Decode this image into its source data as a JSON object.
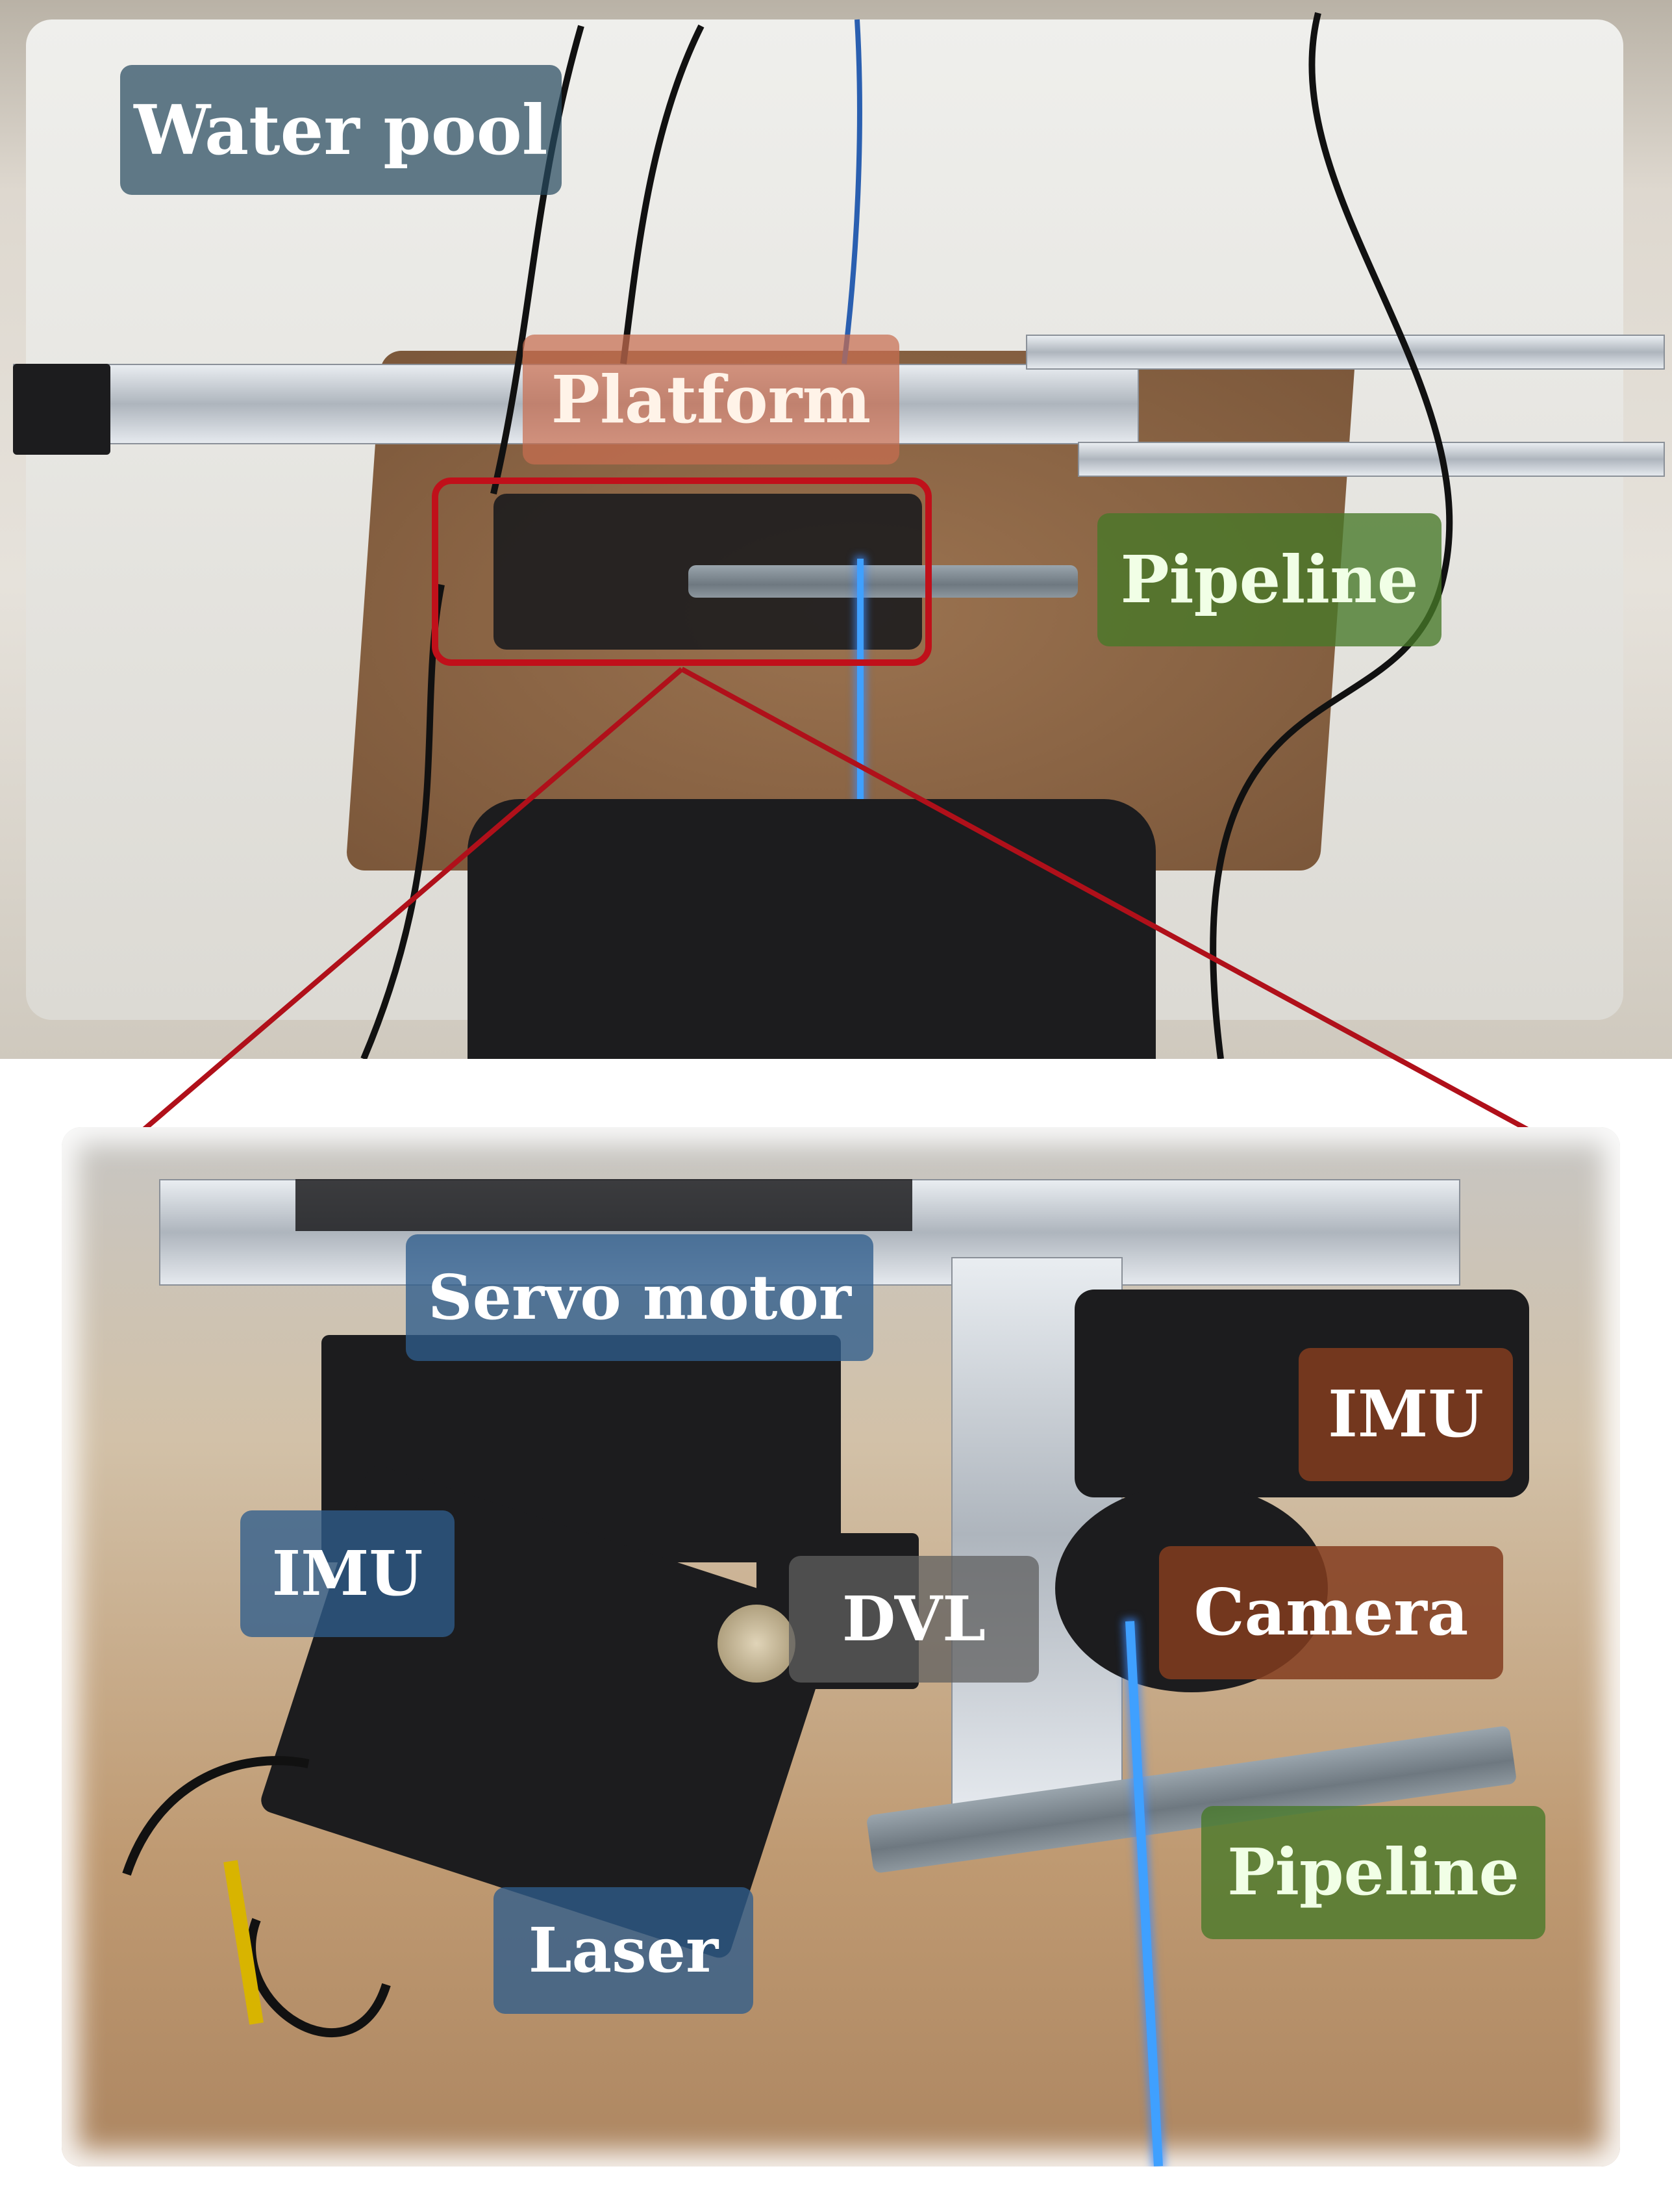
{
  "labels": {
    "water_pool": "Water pool",
    "platform": "Platform",
    "pipeline_top": "Pipeline",
    "servo_motor": "Servo motor",
    "imu_right": "IMU",
    "imu_left": "IMU",
    "dvl": "DVL",
    "camera": "Camera",
    "pipeline_bottom": "Pipeline",
    "laser": "Laser"
  },
  "colors": {
    "highlight_box": "#c0101a",
    "connector_lines": "#b0101a",
    "laser_beam": "#3fa0ff"
  }
}
